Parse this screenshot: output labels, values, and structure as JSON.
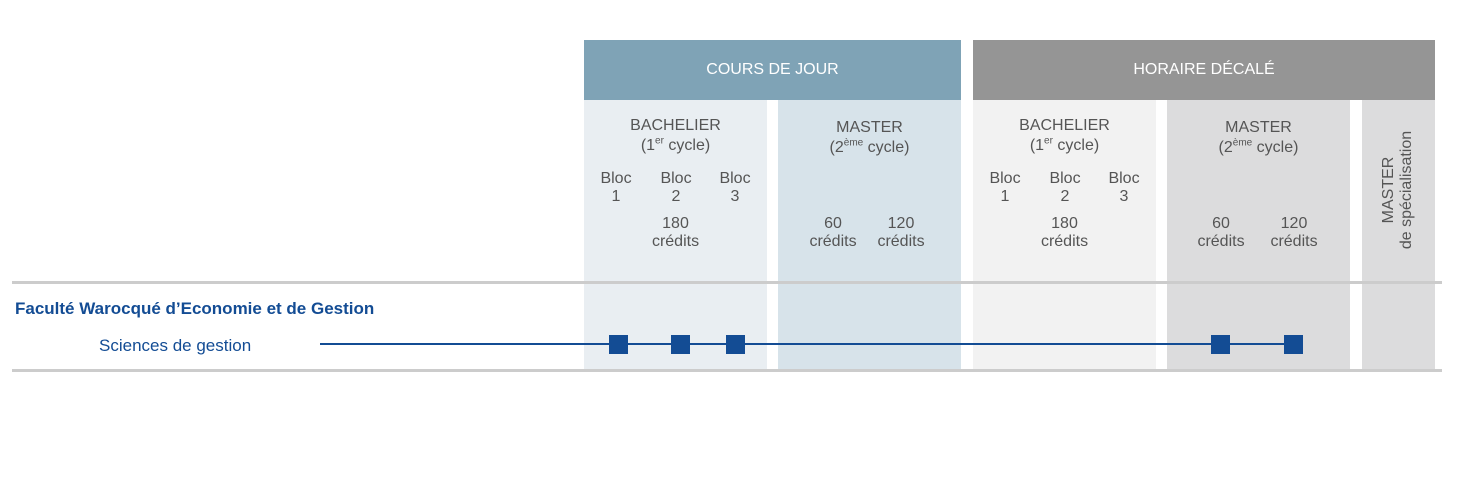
{
  "header": {
    "day_band_label": "COURS DE JOUR",
    "evening_band_label": "HORAIRE DÉCALÉ"
  },
  "columns": {
    "day_bachelier": {
      "title": "BACHELIER",
      "cycle_prefix": "(1",
      "cycle_sup": "er",
      "cycle_suffix": " cycle)",
      "blocs": [
        {
          "label": "Bloc",
          "num": "1"
        },
        {
          "label": "Bloc",
          "num": "2"
        },
        {
          "label": "Bloc",
          "num": "3"
        }
      ],
      "credits_value": "180",
      "credits_label": "crédits"
    },
    "day_master": {
      "title": "MASTER",
      "cycle_prefix": "(2",
      "cycle_sup": "ème",
      "cycle_suffix": " cycle)",
      "credits": [
        {
          "value": "60",
          "label": "crédits"
        },
        {
          "value": "120",
          "label": "crédits"
        }
      ]
    },
    "evening_bachelier": {
      "title": "BACHELIER",
      "cycle_prefix": "(1",
      "cycle_sup": "er",
      "cycle_suffix": " cycle)",
      "blocs": [
        {
          "label": "Bloc",
          "num": "1"
        },
        {
          "label": "Bloc",
          "num": "2"
        },
        {
          "label": "Bloc",
          "num": "3"
        }
      ],
      "credits_value": "180",
      "credits_label": "crédits"
    },
    "evening_master": {
      "title": "MASTER",
      "cycle_prefix": "(2",
      "cycle_sup": "ème",
      "cycle_suffix": " cycle)",
      "credits": [
        {
          "value": "60",
          "label": "crédits"
        },
        {
          "value": "120",
          "label": "crédits"
        }
      ]
    },
    "specialisation": {
      "line1": "MASTER",
      "line2": "de spécialisation"
    }
  },
  "faculty": {
    "name": "Faculté Warocqué d’Economie et de Gestion",
    "programs": [
      {
        "name": "Sciences de gestion",
        "day_bachelier_blocs": [
          1,
          2,
          3
        ],
        "evening_master_credits": [
          60,
          120
        ]
      }
    ]
  },
  "colors": {
    "day_band": "#7fa3b6",
    "evening_band": "#959595",
    "day_bachelier_bg": "#e9eef2",
    "day_master_bg": "#d7e3ea",
    "evening_bachelier_bg": "#f2f2f2",
    "evening_master_bg": "#dcdcdd",
    "specialisation_bg": "#dcdcdd",
    "accent": "#134c94",
    "separator": "#cccccc"
  }
}
